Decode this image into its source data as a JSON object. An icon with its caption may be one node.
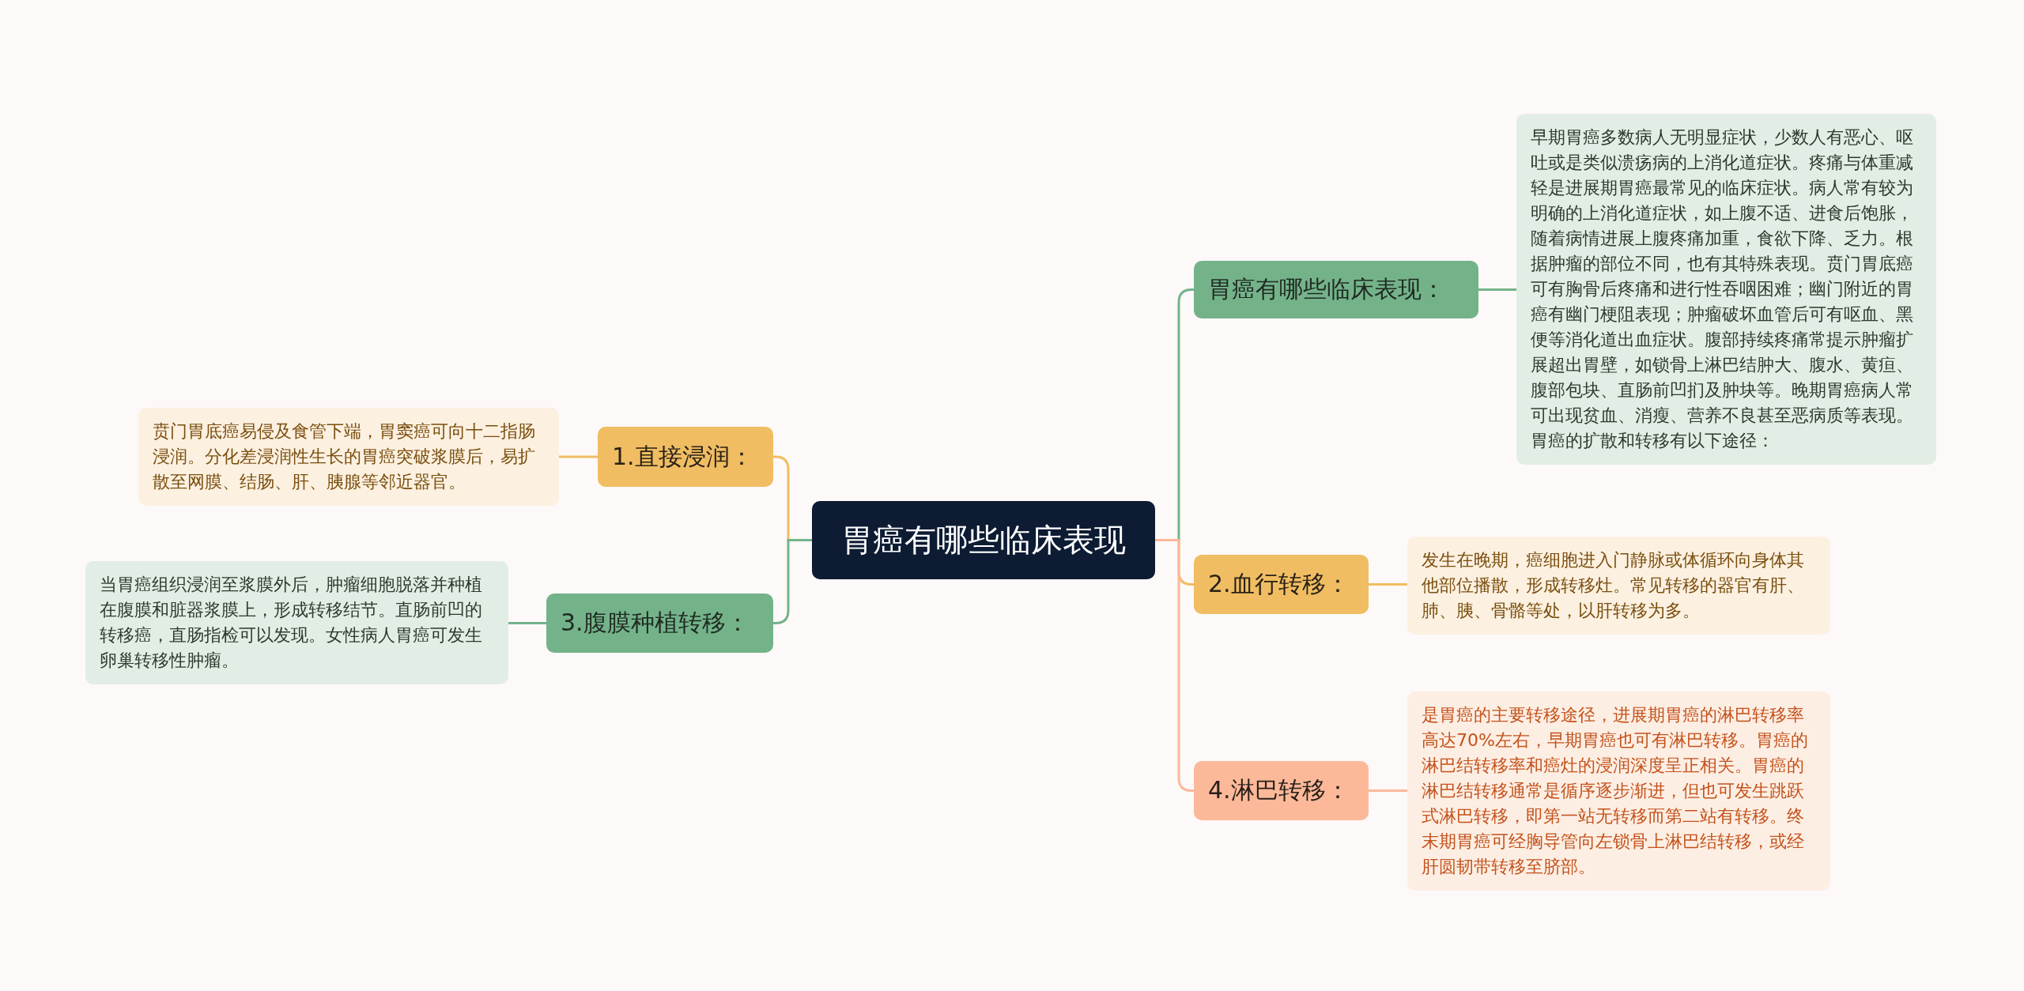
{
  "diagram": {
    "nodes": [
      {
        "text": [
          "胃癌有哪些临床表现"
        ]
      },
      {
        "text": [
          "胃癌有哪些临床表现："
        ]
      },
      {
        "text": [
          "早期胃癌多数病人无明显症状，少数人有恶心、呕吐或是类似溃疡病的上消化道症状。疼痛与体重减轻是进展期胃癌最常见的临床症状。病人常有较为明确的上消化道症状，如上腹不适、进食后饱胀，随着病情进展上腹疼痛加重，食欲下降、乏力。根据肿瘤的部位不同，也有其特殊表现。贲门胃底癌可有胸骨后疼痛和进行性吞咽困难；幽门附近的胃癌有幽门梗阻表现；肿瘤破坏血管后可有呕血、黑便等消化道出血症状。腹部持续疼痛常提示肿瘤扩展超出胃壁，如锁骨上淋巴结肿大、腹水、黄疸、腹部包块、直肠前凹扪及肿块等。晚期胃癌病人常可出现贫血、消瘦、营养不良甚至恶病质等表现。胃癌的扩散和转移有以下途径："
        ]
      },
      {
        "text": [
          "2.血行转移："
        ]
      },
      {
        "text": [
          "发生在晚期，癌细胞进入门静脉或体循环向身体其他部位播散，形成转移灶。常见转移的器官有肝、肺、胰、骨骼等处，以肝转移为多。"
        ]
      },
      {
        "text": [
          "4.淋巴转移："
        ]
      },
      {
        "text": [
          "是胃癌的主要转移途径，进展期胃癌的淋巴转移率高达70%左右，早期胃癌也可有淋巴转移。胃癌的淋巴结转移率和癌灶的浸润深度呈正相关。胃癌的淋巴结转移通常是循序逐步渐进，但也可发生跳跃式淋巴转移，即第一站无转移而第二站有转移。终末期胃癌可经胸导管向左锁骨上淋巴结转移，或经肝圆韧带转移至脐部。"
        ]
      },
      {
        "text": [
          "1.直接浸润："
        ]
      },
      {
        "text": [
          "贲门胃底癌易侵及食管下端，胃窦癌可向十二指肠浸润。分化差浸润性生长的胃癌突破浆膜后，易扩散至网膜、结肠、肝、胰腺等邻近器官。"
        ]
      },
      {
        "text": [
          "3.腹膜种植转移："
        ]
      },
      {
        "text": [
          "当胃癌组织浸润至浆膜外后，肿瘤细胞脱落并种植在腹膜和脏器浆膜上，形成转移结节。直肠前凹的转移癌，直肠指检可以发现。女性病人胃癌可发生卵巢转移性肿瘤。"
        ]
      }
    ],
    "edges": [
      {
        "from": 0,
        "to": 1,
        "arrow": "none",
        "color": "#74b38a"
      },
      {
        "from": 1,
        "to": 2,
        "arrow": "none",
        "color": "#74b38a"
      },
      {
        "from": 0,
        "to": 3,
        "arrow": "none",
        "color": "#f0bd63"
      },
      {
        "from": 3,
        "to": 4,
        "arrow": "none",
        "color": "#f0bd63"
      },
      {
        "from": 0,
        "to": 5,
        "arrow": "none",
        "color": "#fbb99a"
      },
      {
        "from": 5,
        "to": 6,
        "arrow": "none",
        "color": "#fbb99a"
      },
      {
        "from": 0,
        "to": 7,
        "arrow": "none",
        "color": "#f0bd63"
      },
      {
        "from": 7,
        "to": 8,
        "arrow": "none",
        "color": "#f0bd63"
      },
      {
        "from": 0,
        "to": 9,
        "arrow": "none",
        "color": "#74b38a"
      },
      {
        "from": 9,
        "to": 10,
        "arrow": "none",
        "color": "#74b38a"
      }
    ]
  }
}
